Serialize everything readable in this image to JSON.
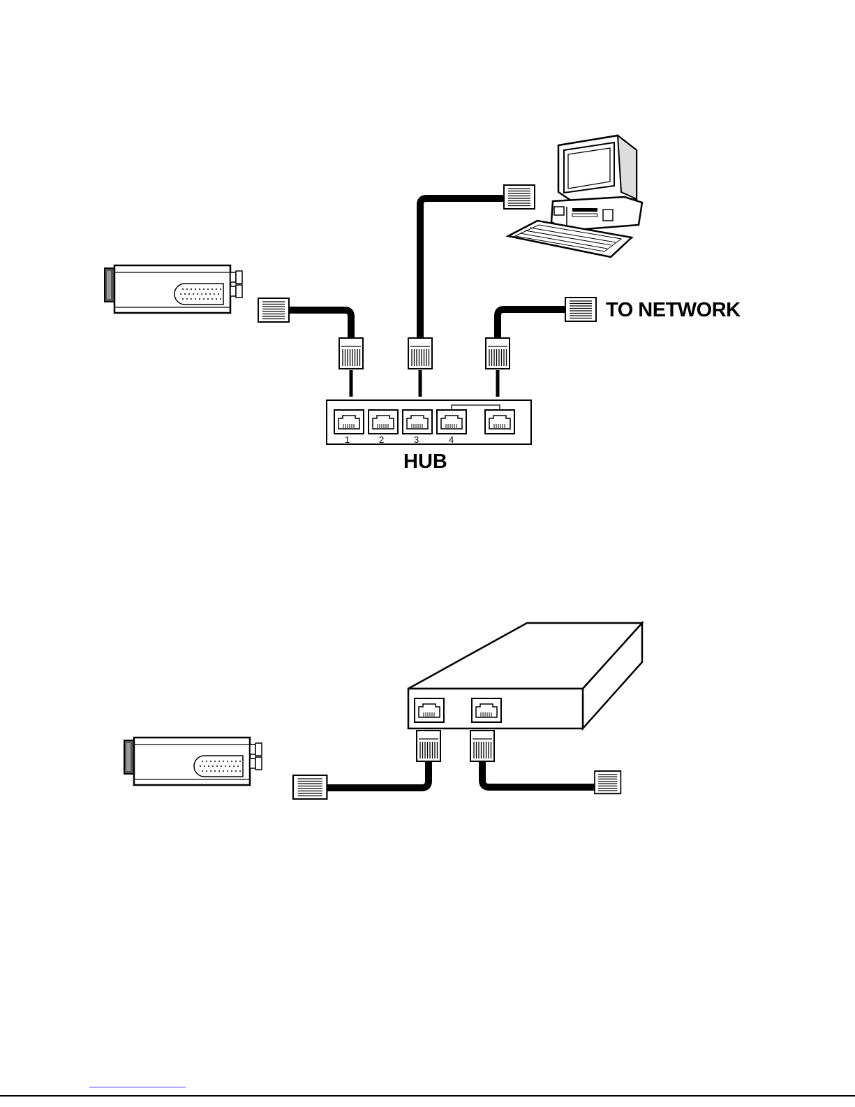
{
  "labels": {
    "to_network": "TO NETWORK",
    "hub": "HUB"
  },
  "hub_ports": [
    "1",
    "2",
    "3",
    "4"
  ],
  "colors": {
    "ink": "#000000",
    "paper": "#ffffff",
    "footer_link": "#3a3aff"
  },
  "icons": [
    "camera-icon",
    "computer-icon",
    "hub-icon",
    "router-icon",
    "rj45-plug-icon",
    "rj45-jack-icon"
  ]
}
